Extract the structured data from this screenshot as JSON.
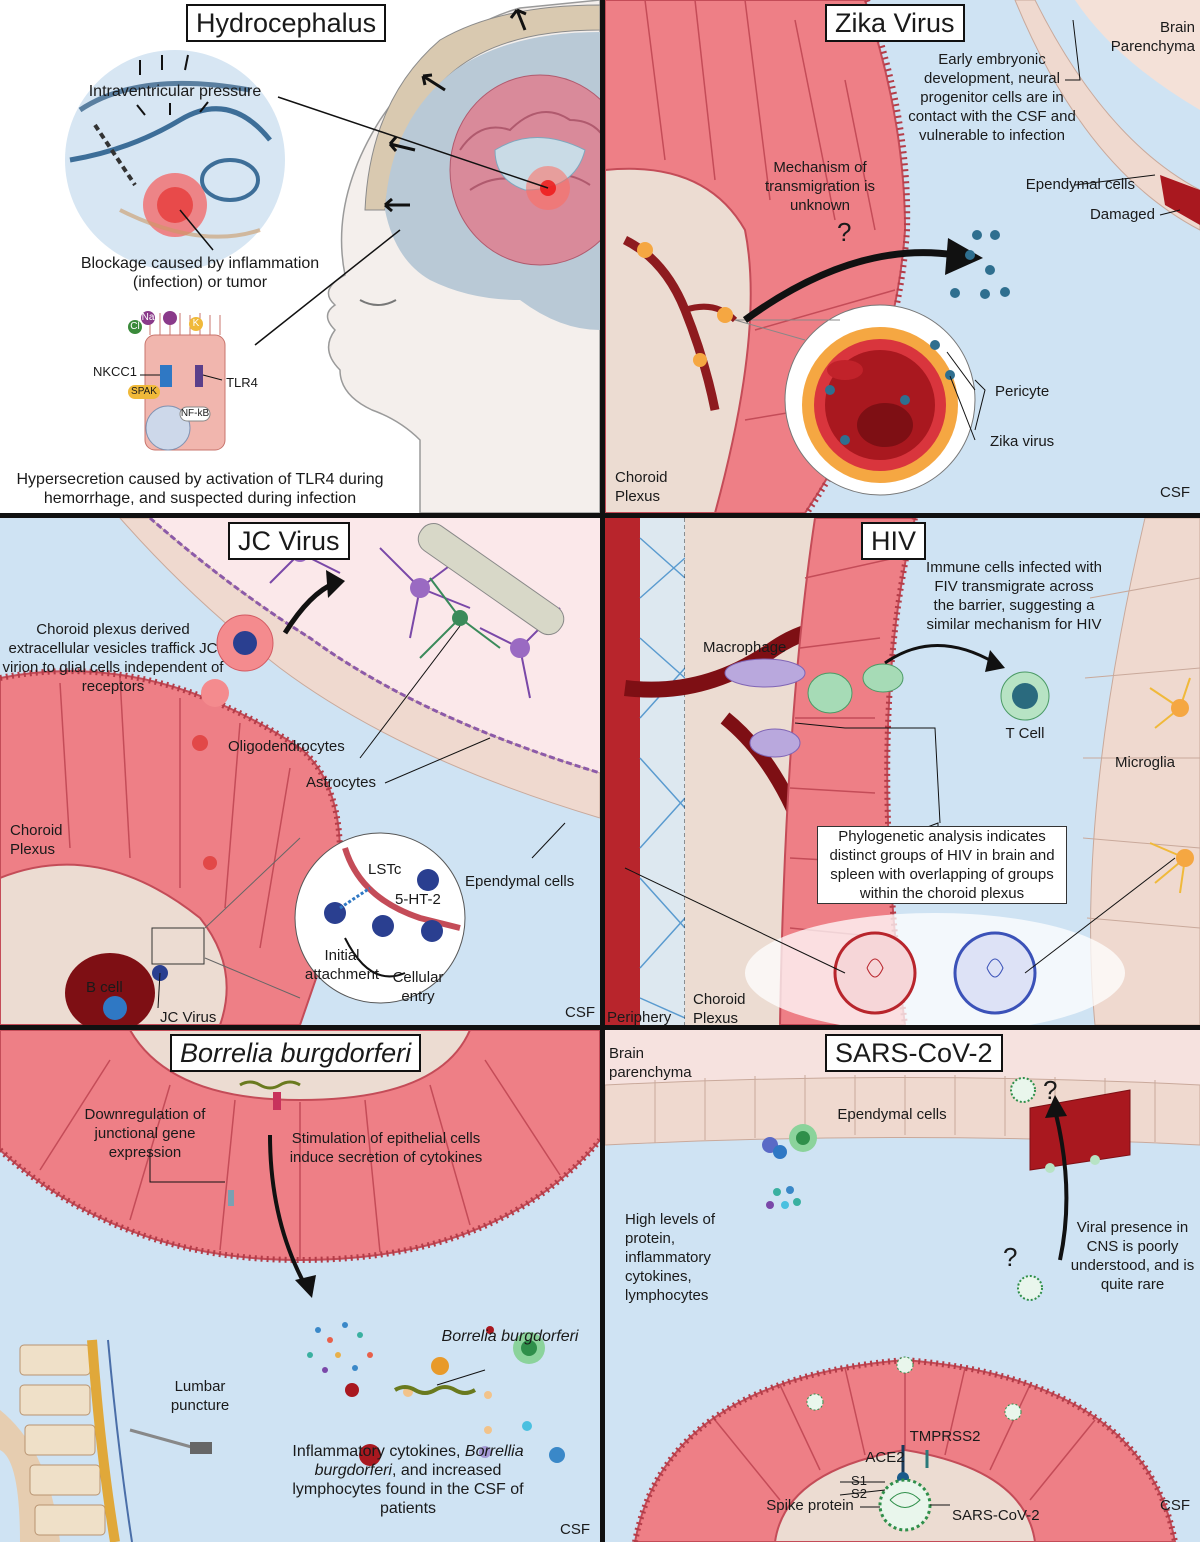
{
  "panels": {
    "hydrocephalus": {
      "title": "Hydrocephalus",
      "pressure": "Intraventricular pressure",
      "blockage": "Blockage caused by inflammation (infection) or tumor",
      "nkcc1": "NKCC1",
      "tlr4": "TLR4",
      "spak": "SPAK",
      "nfkb": "NF-kB",
      "ions": [
        "Na",
        "Cl",
        "K"
      ],
      "hypersecretion": "Hypersecretion caused by activation of TLR4 during hemorrhage, and suspected during infection"
    },
    "zika": {
      "title": "Zika Virus",
      "brain_parenchyma": "Brain Parenchyma",
      "embryonic": "Early embryonic development, neural progenitor cells are in contact with the CSF and vulnerable to infection",
      "mechanism": "Mechanism of transmigration is unknown",
      "question": "?",
      "ependymal": "Ependymal cells",
      "damaged": "Damaged",
      "pericyte": "Pericyte",
      "zika_virus": "Zika virus",
      "choroid": "Choroid Plexus",
      "csf": "CSF"
    },
    "jc": {
      "title": "JC Virus",
      "vesicles": "Choroid plexus derived extracellular vesicles traffick JC virion to glial cells independent of receptors",
      "oligo": "Oligodendrocytes",
      "astro": "Astrocytes",
      "choroid": "Choroid Plexus",
      "ependymal": "Ependymal cells",
      "lstc": "LSTc",
      "ht2": "5-HT-2",
      "initial": "Initial attachment",
      "entry": "Cellular entry",
      "bcell": "B cell",
      "jcvirus": "JC Virus",
      "csf": "CSF"
    },
    "hiv": {
      "title": "HIV",
      "immune": "Immune cells infected with FIV transmigrate across the barrier, suggesting a similar mechanism for HIV",
      "macrophage": "Macrophage",
      "tcell": "T Cell",
      "microglia": "Microglia",
      "phylo": "Phylogenetic analysis indicates distinct groups of HIV in brain and spleen with overlapping of groups within the choroid plexus",
      "periphery": "Periphery",
      "choroid": "Choroid Plexus"
    },
    "borrelia": {
      "title": "Borrelia burgdorferi",
      "downreg": "Downregulation of junctional gene expression",
      "stimulation": "Stimulation of epithelial cells induce secretion of cytokines",
      "borrelia_label": "Borrelia burgdorferi",
      "lumbar": "Lumbar puncture",
      "cytokines_a": "Inflammatory cytokines, ",
      "cytokines_b": "Borrellia burgdorferi",
      "cytokines_c": ", and increased lymphocytes found in the CSF of patients",
      "csf": "CSF"
    },
    "sars": {
      "title": "SARS-CoV-2",
      "parenchyma": "Brain parenchyma",
      "ependymal": "Ependymal cells",
      "high_levels": "High levels of protein, inflammatory cytokines, lymphocytes",
      "viral_presence": "Viral presence in CNS is poorly understood, and is quite rare",
      "q1": "?",
      "q2": "?",
      "tmprss2": "TMPRSS2",
      "ace2": "ACE2",
      "s1": "S1",
      "s2": "S2",
      "spike": "Spike protein",
      "sarscov2": "SARS-CoV-2",
      "csf": "CSF"
    }
  },
  "colors": {
    "csf_blue": "#cfe3f3",
    "choroid_pink": "#ee7f86",
    "choroid_dark": "#c44c58",
    "stroma": "#ecdcd2",
    "ependymal": "#efd9cf",
    "vessel_red": "#8e1b1f",
    "virus_blue": "#2f6f8f",
    "frame": "#111111"
  }
}
